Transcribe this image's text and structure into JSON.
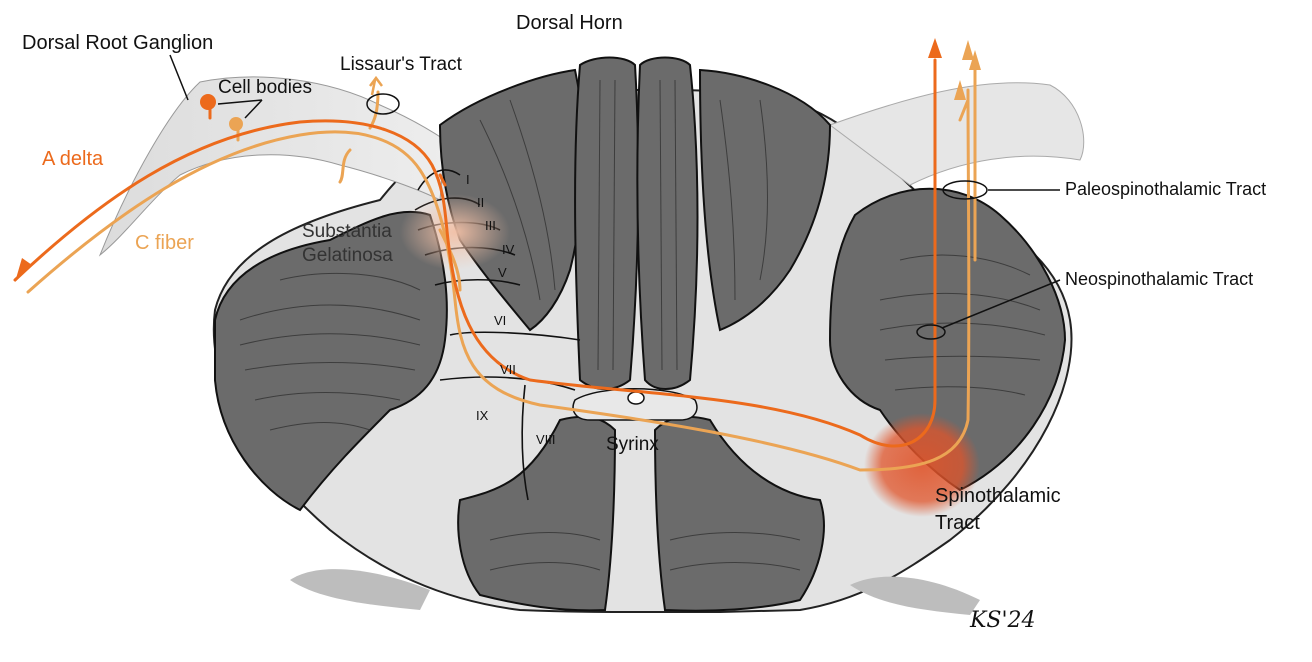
{
  "labels": {
    "dorsal_horn": "Dorsal Horn",
    "dorsal_root_ganglion": "Dorsal Root Ganglion",
    "cell_bodies": "Cell bodies",
    "lissaurs_tract": "Lissaur's Tract",
    "a_delta": "A delta",
    "c_fiber": "C fiber",
    "substantia_gelatinosa_1": "Substantia",
    "substantia_gelatinosa_2": "Gelatinosa",
    "paleospinothalamic_tract": "Paleospinothalamic Tract",
    "neospinothalamic_tract": "Neospinothalamic Tract",
    "syrinx": "Syrinx",
    "spinothalamic_tract_1": "Spinothalamic",
    "spinothalamic_tract_2": "Tract"
  },
  "laminae": [
    "I",
    "II",
    "III",
    "IV",
    "V",
    "VI",
    "VII",
    "VIII",
    "IX"
  ],
  "signature": "KS'24",
  "colors": {
    "a_delta": "#ec6a1c",
    "c_fiber": "#eba454",
    "grey_matter": "#6b6b6b",
    "white_matter": "#e3e3e3",
    "spinothalamic_highlight": "#e0542a",
    "substantia_highlight": "#f2c5ae"
  }
}
